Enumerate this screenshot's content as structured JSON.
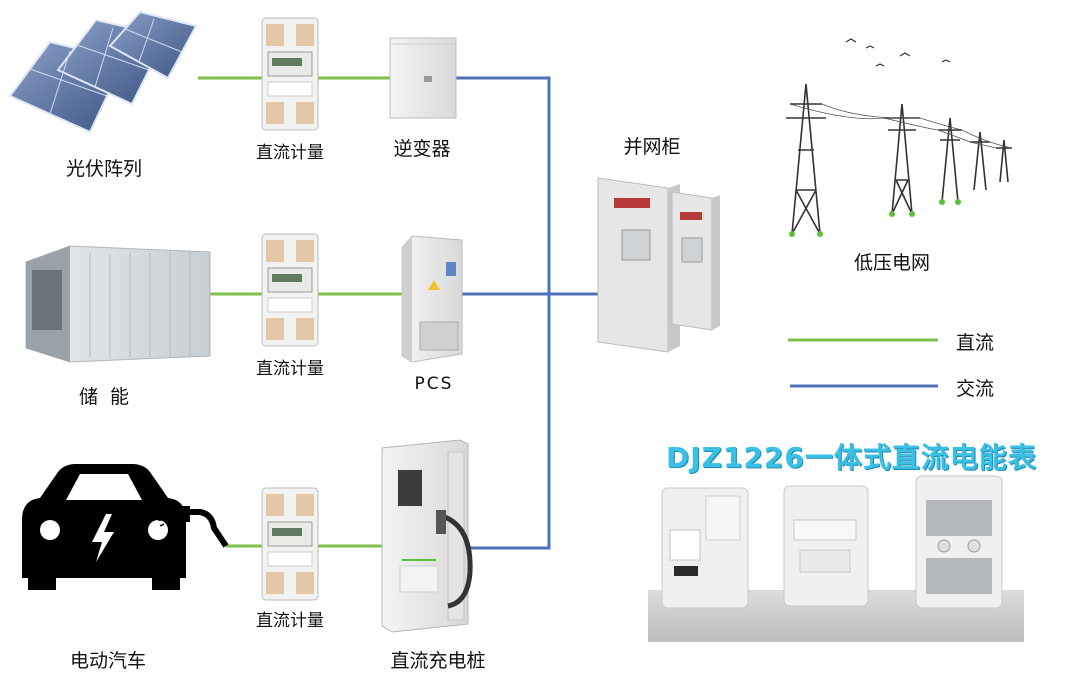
{
  "nodes": {
    "pv_array": "光伏阵列",
    "dc_meter_1": "直流计量",
    "inverter": "逆变器",
    "grid_cabinet": "并网柜",
    "low_voltage_grid": "低压电网",
    "energy_storage": "储  能",
    "dc_meter_2": "直流计量",
    "pcs": "PCS",
    "electric_vehicle": "电动汽车",
    "dc_meter_3": "直流计量",
    "dc_charger": "直流充电桩"
  },
  "legend": {
    "dc_label": "直流",
    "ac_label": "交流"
  },
  "product_banner": "DJZ1226一体式直流电能表",
  "colors": {
    "dc_line": "#7ebf4a",
    "ac_line": "#4d72b8",
    "banner": "#3ac0e4"
  },
  "icons": [
    "solar-panel-icon",
    "meter-icon",
    "inverter-cabinet-icon",
    "grid-cabinet-icon",
    "transmission-tower-icon",
    "storage-container-icon",
    "pcs-cabinet-icon",
    "car-icon",
    "charging-plug-icon",
    "charging-pile-icon"
  ]
}
